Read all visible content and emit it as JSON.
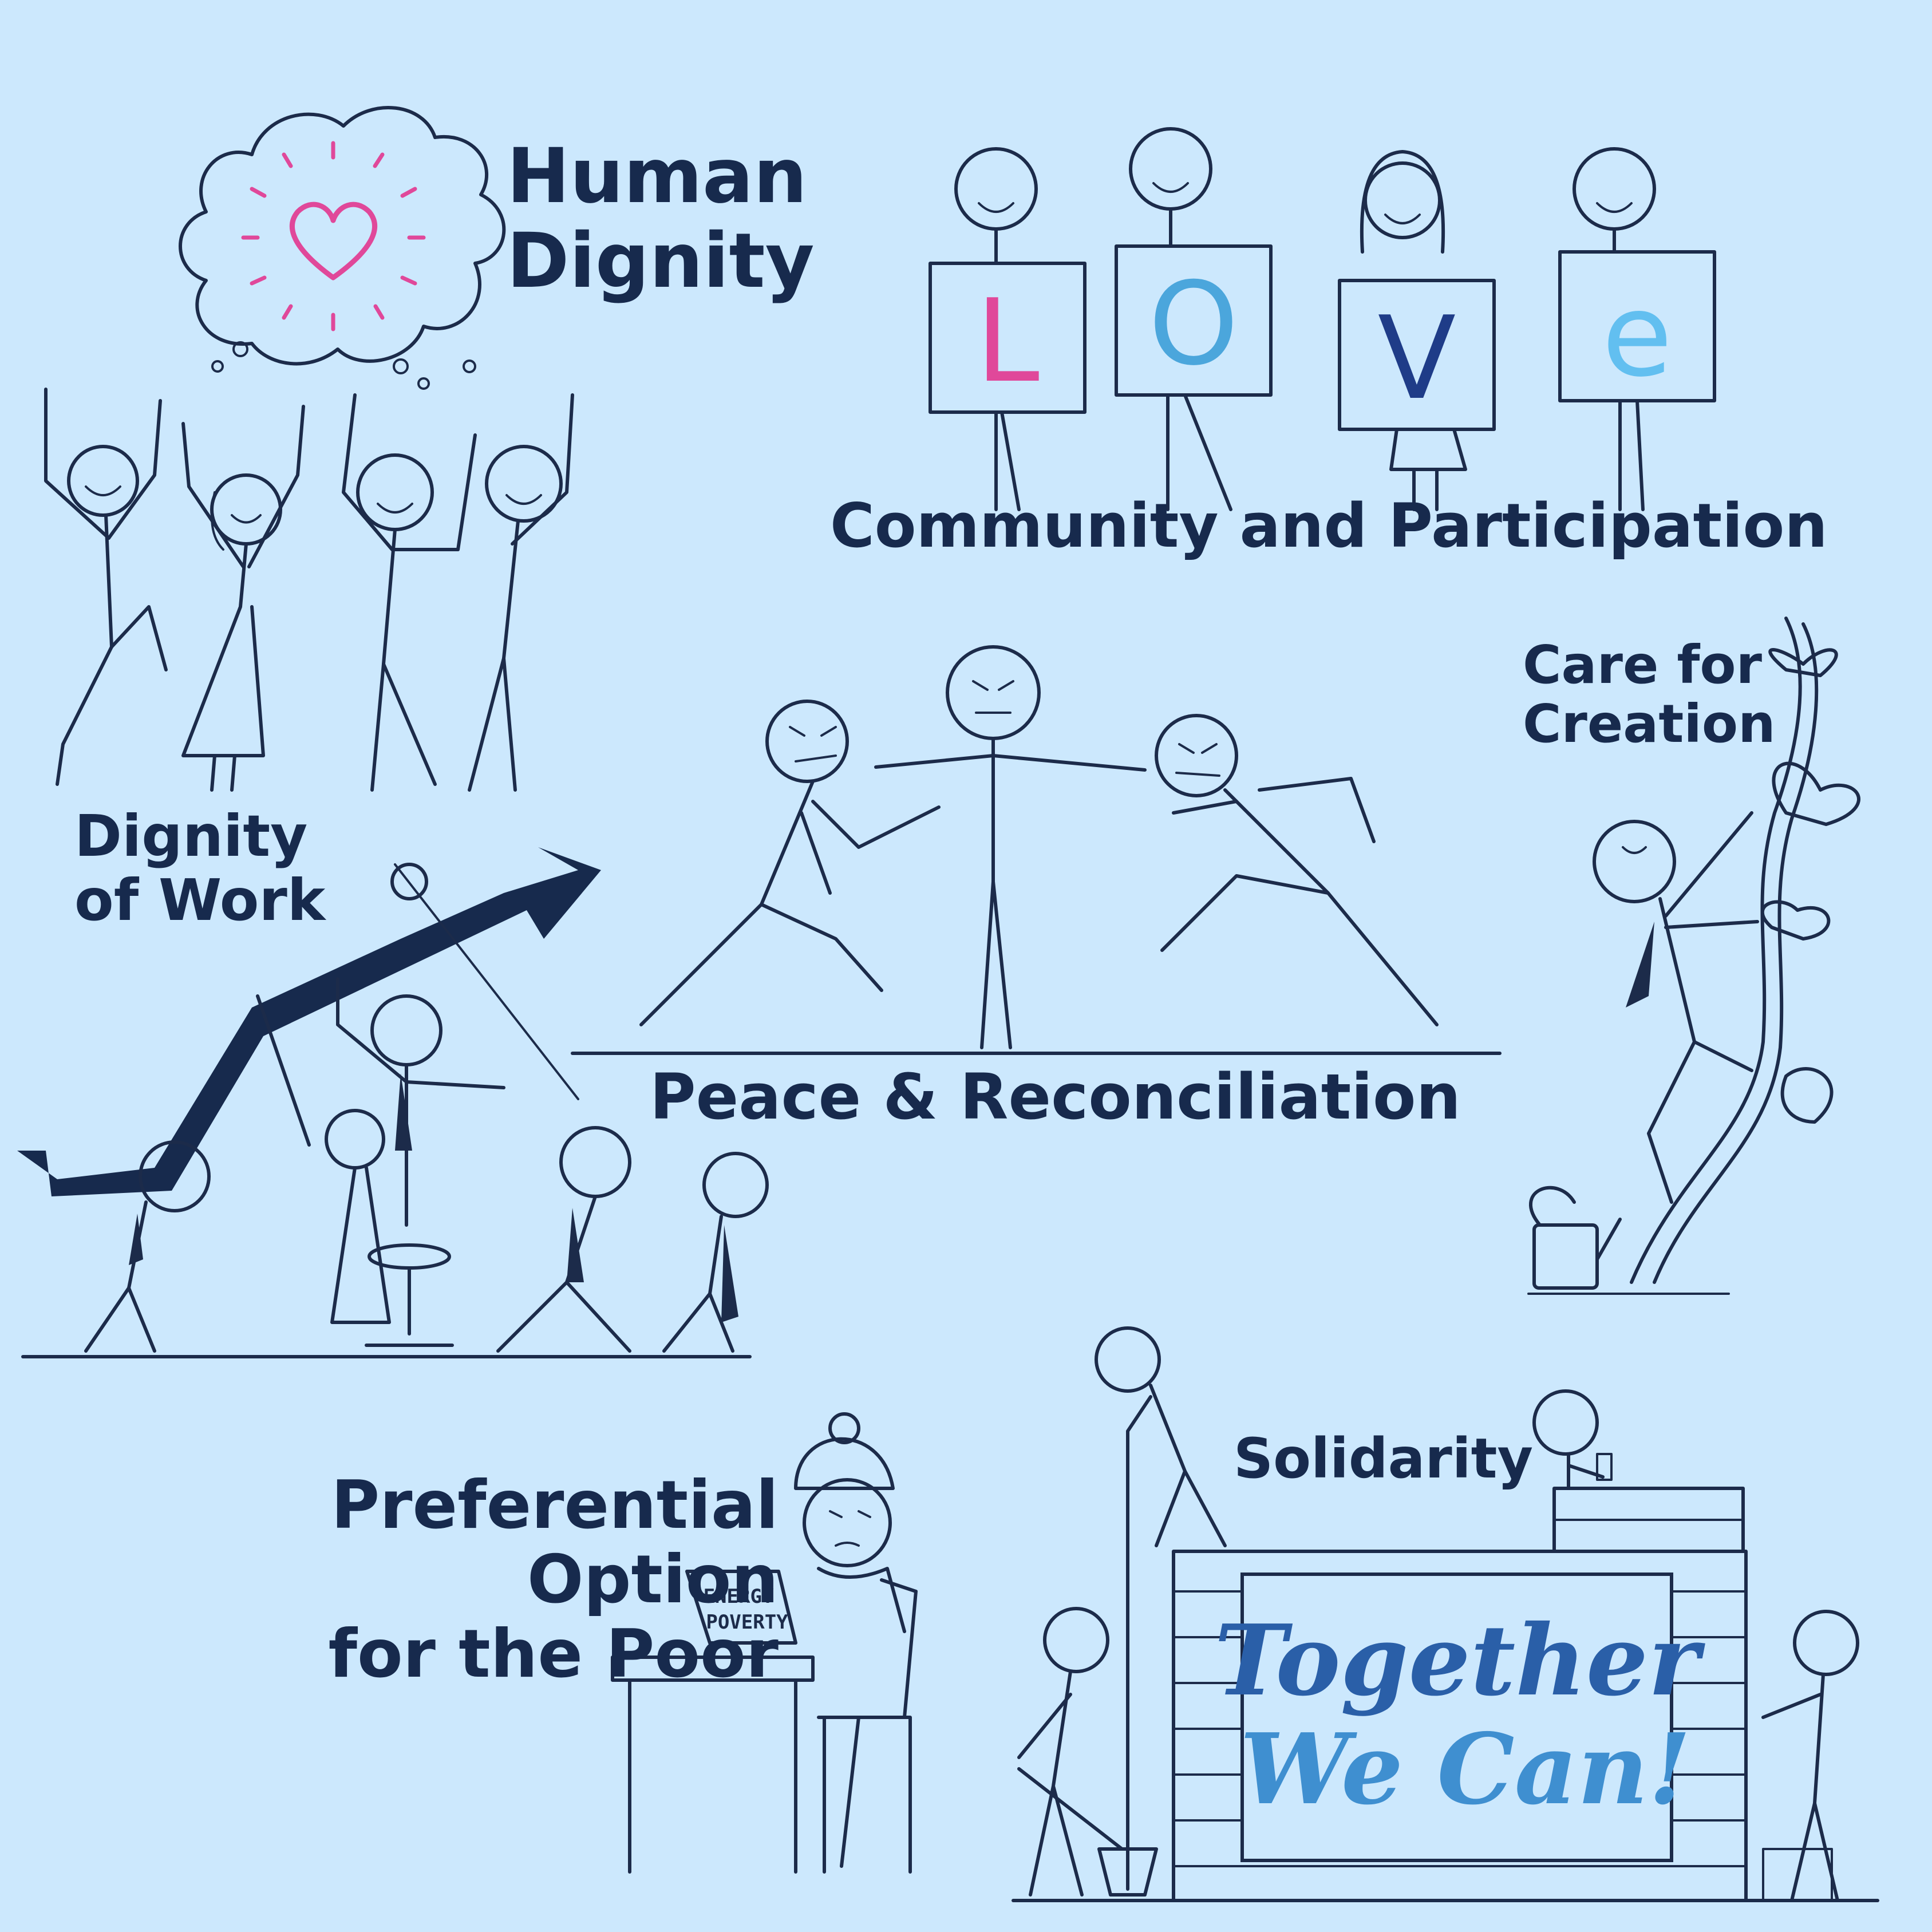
{
  "colors": {
    "background": "#cce8fd",
    "ink": "#1c2b4a",
    "heading": "#172a4d",
    "pink": "#e0489a",
    "blue": "#4ba6dc",
    "navy": "#1f3c88",
    "sky": "#62bff0"
  },
  "headings": {
    "human_dignity": "Human\nDignity",
    "community": "Community and Participation",
    "care_creation": "Care for\nCreation",
    "dignity_work": "Dignity\nof Work",
    "peace": "Peace & Reconciliation",
    "preferential": "Preferential Option\nfor the Poor",
    "solidarity": "Solidarity"
  },
  "love_signs": {
    "letters": [
      "L",
      "O",
      "V",
      "e"
    ],
    "colors": [
      "#e0489a",
      "#4ba6dc",
      "#1f3c88",
      "#62bff0"
    ]
  },
  "sign_text": {
    "line1": "ENERGY",
    "line2": "POVERTY"
  },
  "banner": {
    "line1": "Together",
    "line2": "We Can!"
  },
  "icons": [
    "heart-icon",
    "thought-cloud-icon",
    "growth-arrow-icon",
    "plant-icon",
    "watering-can-icon",
    "brick-wall-icon"
  ]
}
